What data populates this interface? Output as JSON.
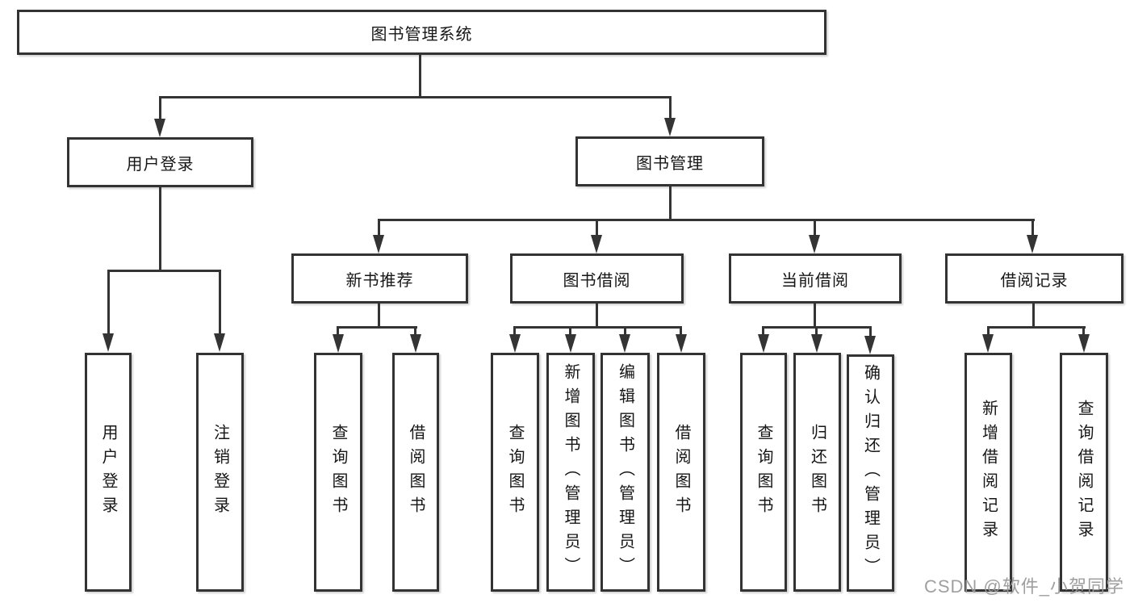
{
  "diagram": {
    "type": "tree",
    "orientation": "top-down",
    "colors": {
      "line": "#343434",
      "box_border": "#333333",
      "box_background": "#ffffff",
      "text": "#161616",
      "watermark_text": "#9a9a9a"
    }
  },
  "tree": {
    "label": "图书管理系统",
    "children": [
      {
        "label": "用户登录",
        "children": [
          {
            "label": "用户登录"
          },
          {
            "label": "注销登录"
          }
        ]
      },
      {
        "label": "图书管理",
        "children": [
          {
            "label": "新书推荐",
            "children": [
              {
                "label": "查询图书"
              },
              {
                "label": "借阅图书"
              }
            ]
          },
          {
            "label": "图书借阅",
            "children": [
              {
                "label": "查询图书"
              },
              {
                "label": "新增图书（管理员）"
              },
              {
                "label": "编辑图书（管理员）"
              },
              {
                "label": "借阅图书"
              }
            ]
          },
          {
            "label": "当前借阅",
            "children": [
              {
                "label": "查询图书"
              },
              {
                "label": "归还图书"
              },
              {
                "label": "确认归还（管理员）"
              }
            ]
          },
          {
            "label": "借阅记录",
            "children": [
              {
                "label": "新增借阅记录"
              },
              {
                "label": "查询借阅记录"
              }
            ]
          }
        ]
      }
    ]
  },
  "watermark": {
    "text": "CSDN @软件_小贺同学"
  }
}
